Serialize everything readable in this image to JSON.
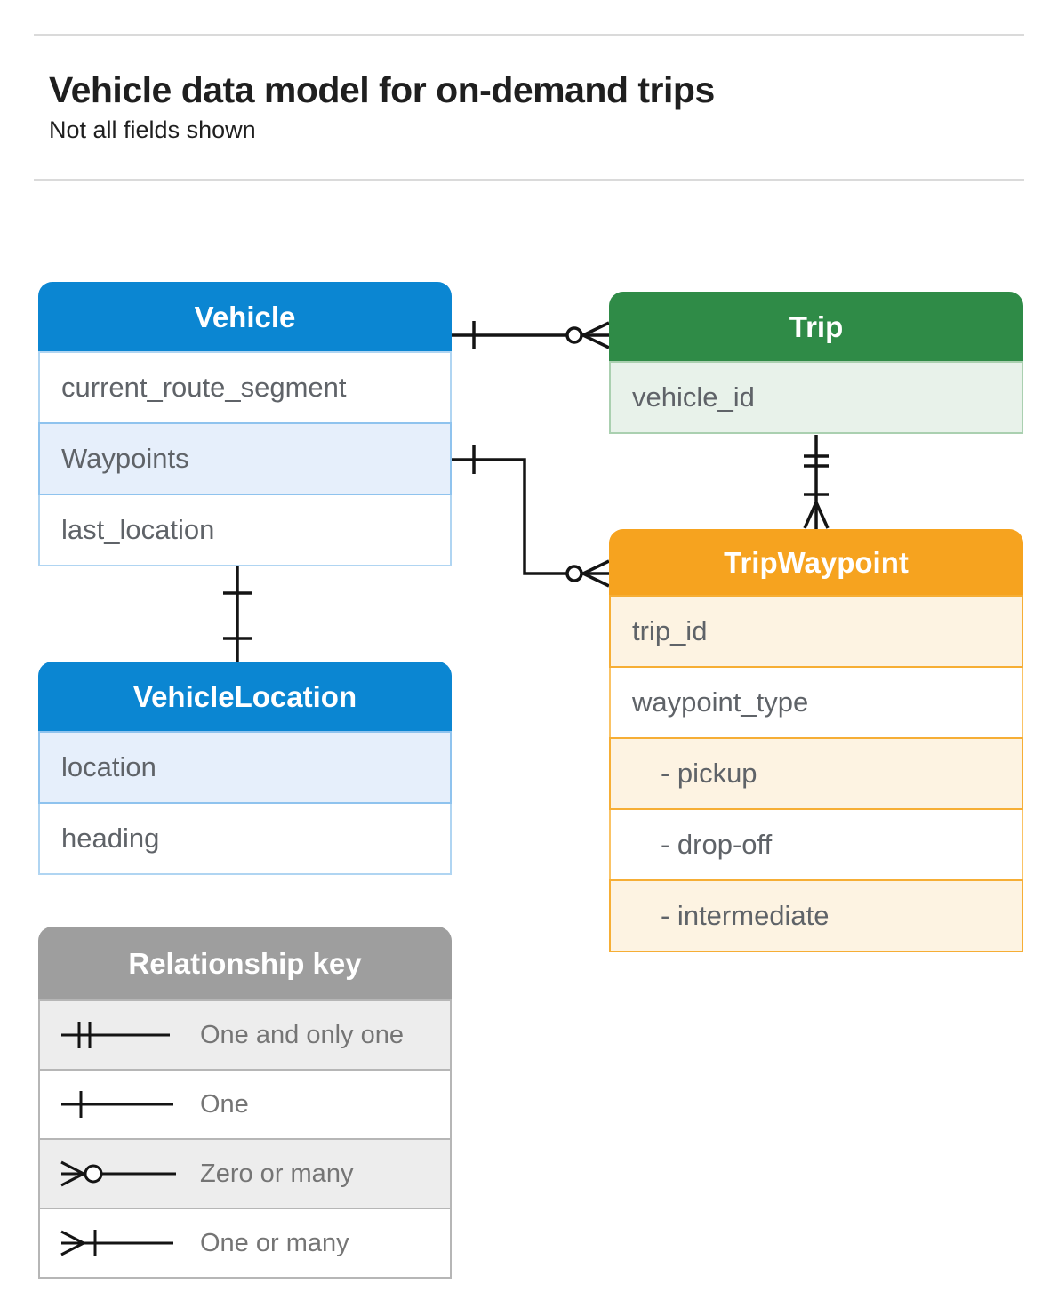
{
  "page": {
    "title": "Vehicle data model for on-demand trips",
    "subtitle": "Not all fields shown"
  },
  "tables": {
    "vehicle": {
      "title": "Vehicle",
      "header_color": "#0b86d2",
      "rows": [
        {
          "label": "current_route_segment",
          "tinted": false
        },
        {
          "label": "Waypoints",
          "tinted": true
        },
        {
          "label": "last_location",
          "tinted": false
        }
      ]
    },
    "trip": {
      "title": "Trip",
      "header_color": "#2f8b47",
      "rows": [
        {
          "label": "vehicle_id",
          "tinted": true
        }
      ]
    },
    "trip_waypoint": {
      "title": "TripWaypoint",
      "header_color": "#f6a31f",
      "rows": [
        {
          "label": "trip_id",
          "tinted": true
        },
        {
          "label": "waypoint_type",
          "tinted": false
        },
        {
          "label": "- pickup",
          "tinted": true,
          "indent": true
        },
        {
          "label": "- drop-off",
          "tinted": false,
          "indent": true
        },
        {
          "label": "- intermediate",
          "tinted": true,
          "indent": true
        }
      ]
    },
    "vehicle_location": {
      "title": "VehicleLocation",
      "header_color": "#0b86d2",
      "rows": [
        {
          "label": "location",
          "tinted": true
        },
        {
          "label": "heading",
          "tinted": false
        }
      ]
    },
    "relationship_key": {
      "title": "Relationship key",
      "header_color": "#9e9e9e",
      "rows": [
        {
          "symbol": "one-and-only-one",
          "label": "One and only one"
        },
        {
          "symbol": "one",
          "label": "One"
        },
        {
          "symbol": "zero-or-many",
          "label": "Zero or many"
        },
        {
          "symbol": "one-or-many",
          "label": "One or many"
        }
      ]
    }
  },
  "relationships": [
    {
      "from": "Vehicle",
      "to": "Trip",
      "from_cardinality": "one",
      "to_cardinality": "zero-or-many"
    },
    {
      "from": "Vehicle.Waypoints",
      "to": "TripWaypoint",
      "from_cardinality": "one",
      "to_cardinality": "zero-or-many"
    },
    {
      "from": "Trip",
      "to": "TripWaypoint",
      "from_cardinality": "one-and-only-one",
      "to_cardinality": "one-or-many"
    },
    {
      "from": "Vehicle",
      "to": "VehicleLocation",
      "from_cardinality": "one",
      "to_cardinality": "one"
    }
  ],
  "colors": {
    "blue": "#0b86d2",
    "green": "#2f8b47",
    "orange": "#f6a31f",
    "gray": "#9e9e9e",
    "line": "#141414",
    "field_text": "#5f6368"
  }
}
